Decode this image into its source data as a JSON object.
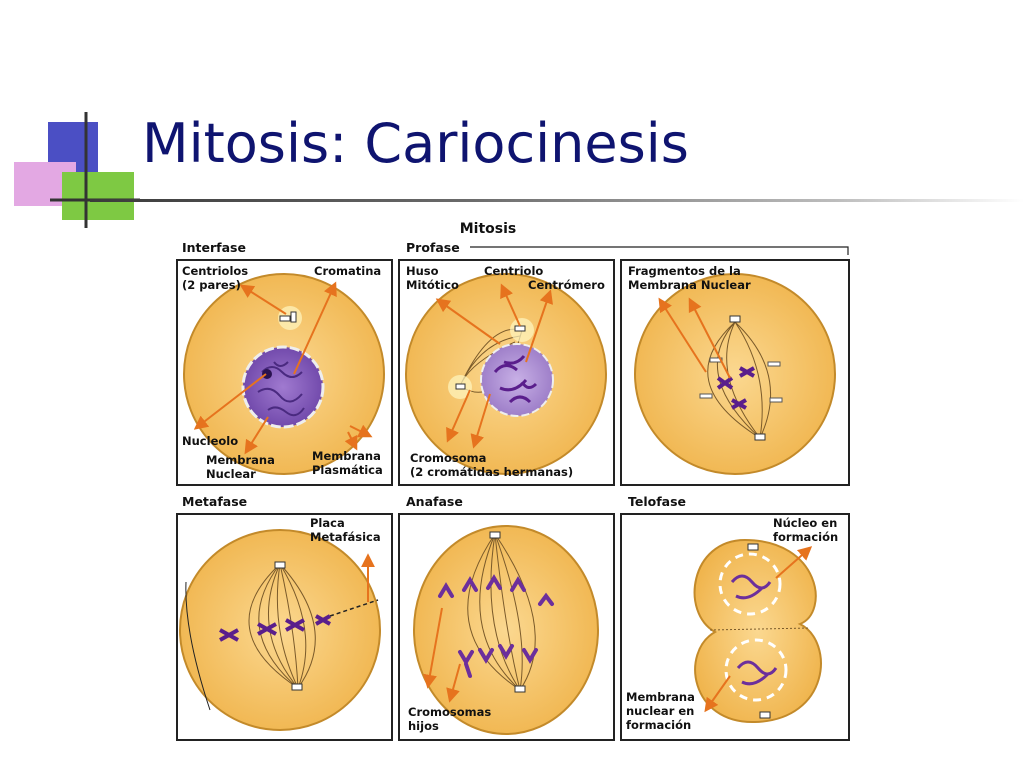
{
  "slide": {
    "title": "Mitosis: Cariocinesis"
  },
  "figure": {
    "main_title": "Mitosis",
    "panels": [
      {
        "key": "interfase",
        "heading": "Interfase",
        "labels": {
          "centriolos_1": "Centriolos",
          "centriolos_2": "(2 pares)",
          "cromatina": "Cromatina",
          "nucleolo": "Nucleolo",
          "membrana_nuclear_1": "Membrana",
          "membrana_nuclear_2": "Nuclear",
          "membrana_plasmatica_1": "Membrana",
          "membrana_plasmatica_2": "Plasmática"
        }
      },
      {
        "key": "profase",
        "heading": "Profase",
        "labels": {
          "huso_1": "Huso",
          "huso_2": "Mitótico",
          "centriolo": "Centriolo",
          "centromero": "Centrómero",
          "cromosoma_1": "Cromosoma",
          "cromosoma_2": "(2 cromátidas hermanas)"
        }
      },
      {
        "key": "prometafase",
        "heading": "",
        "labels": {
          "fragmentos_1": "Fragmentos de la",
          "fragmentos_2": "Membrana Nuclear"
        }
      },
      {
        "key": "metafase",
        "heading": "Metafase",
        "labels": {
          "placa_1": "Placa",
          "placa_2": "Metafásica"
        }
      },
      {
        "key": "anafase",
        "heading": "Anafase",
        "labels": {
          "hijos_1": "Cromosomas",
          "hijos_2": "hijos"
        }
      },
      {
        "key": "telofase",
        "heading": "Telofase",
        "labels": {
          "nucleo_1": "Núcleo en",
          "nucleo_2": "formación",
          "membrana_1": "Membrana",
          "membrana_2": "nuclear en",
          "membrana_3": "formación"
        }
      }
    ],
    "colors": {
      "cell_fill": "#f6c66a",
      "cell_stroke": "#c38a2a",
      "nucleus": "#7a4fb0",
      "chromosome": "#6c2f9c",
      "arrow": "#e6731e",
      "panel_border": "#222222",
      "spindle": "#7a5a2a"
    }
  }
}
